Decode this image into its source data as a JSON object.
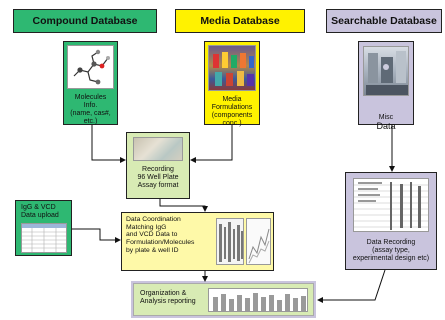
{
  "headers": {
    "compound": "Compound Database",
    "media": "Media Database",
    "searchable": "Searchable Database"
  },
  "nodes": {
    "molecules": "Molecules\nInfo.\n(name, cas#, etc.)",
    "media_formulations": "Media\nFormulations\n(components conc.)",
    "misc": "Misc",
    "misc_data": "Data",
    "recording": "Recording\n96 Well Plate\nAssay format",
    "igg_vcd": "IgG & VCD\nData upload",
    "data_coordination": "Data Coordination\nMatching  IgG\nand VCD Data to\nFormulation/Molecules\nby plate & well ID",
    "data_recording": "Data Recording\n(assay type,\nexperimental design etc)",
    "organization": "Organization &\nAnalysis reporting"
  },
  "colors": {
    "green": "#2eb872",
    "yellow": "#fff200",
    "lavender": "#c9c4dd",
    "light_green": "#d8ebb4",
    "yellow_card": "#fef9a8"
  }
}
